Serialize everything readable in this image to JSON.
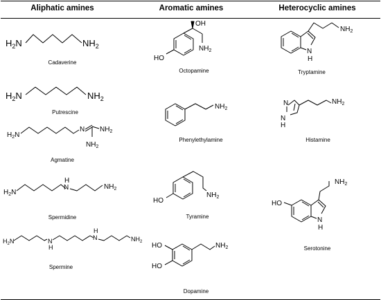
{
  "headers": {
    "aliphatic": "Aliphatic amines",
    "aromatic": "Aromatic amines",
    "heterocyclic": "Heterocyclic amines"
  },
  "compounds": {
    "cadaverine": "Cadaverine",
    "putrescine": "Putrescine",
    "agmatine": "Agmatine",
    "spermidine": "Spermidine",
    "spermine": "Spermine",
    "octopamine": "Octopamine",
    "phenylethylamine": "Phenylethylamine",
    "tyramine": "Tyramine",
    "dopamine": "Dopamine",
    "tryptamine": "Tryptamine",
    "histamine": "Histamine",
    "serotonine": "Serotonine"
  },
  "atoms": {
    "nh2": "NH2",
    "h2n": "H2N",
    "nh": "NH",
    "n": "N",
    "h": "H",
    "oh": "OH",
    "ho": "HO",
    "hn": "HN"
  }
}
